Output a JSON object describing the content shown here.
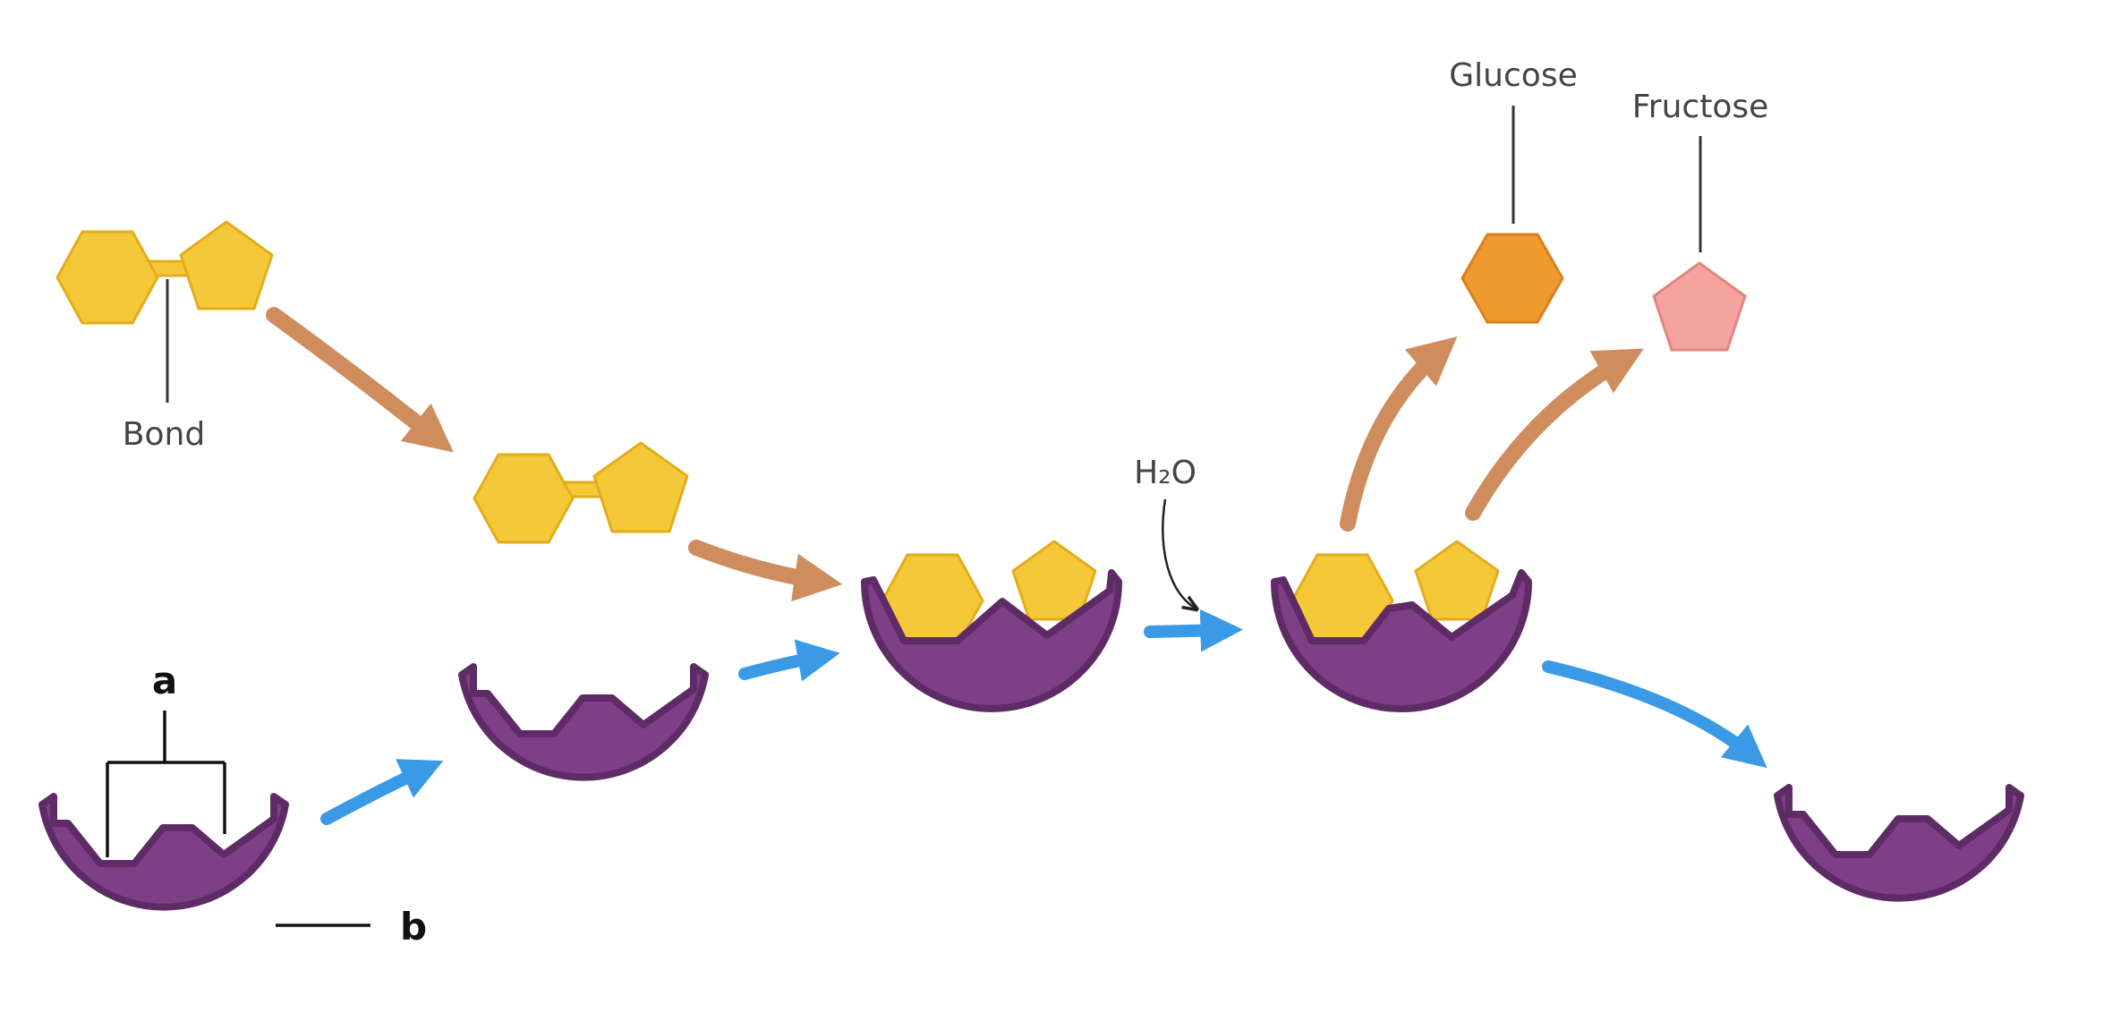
{
  "labels": {
    "bond": "Bond",
    "water": "H₂O",
    "glucose": "Glucose",
    "fructose": "Fructose",
    "active_site": "a",
    "enzyme": "b"
  },
  "colors": {
    "enzyme": "#7e3f87",
    "enzyme_edge": "#5e2b66",
    "sucrose": "#f5c83a",
    "glucose": "#ef9a2e",
    "fructose": "#f4a3a0",
    "substrate_arrow": "#cf8d5e",
    "enzyme_arrow": "#3a9ae6"
  }
}
